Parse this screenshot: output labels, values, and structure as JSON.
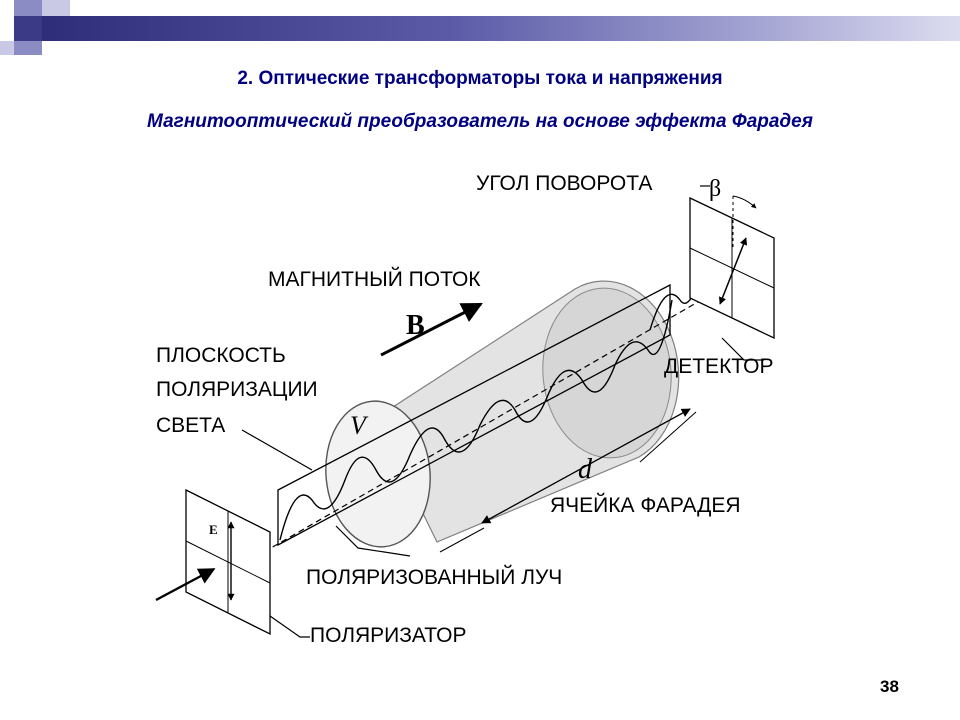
{
  "slide": {
    "title": "2. Оптические трансформаторы тока и напряжения",
    "subtitle": "Магнитооптический преобразователь на основе эффекта Фарадея",
    "page_number": "38"
  },
  "diagram": {
    "labels": {
      "rotation_angle": "УГОЛ ПОВОРОТА",
      "beta": "β",
      "magnetic_flux": "МАГНИТНЫЙ ПОТОК",
      "b_field": "B",
      "polarization_plane_1": "ПЛОСКОСТЬ",
      "polarization_plane_2": "ПОЛЯРИЗАЦИИ",
      "polarization_plane_3": "СВЕТА",
      "detector": "ДЕТЕКТОР",
      "verdet": "V",
      "length": "d",
      "faraday_cell": "ЯЧЕЙКА ФАРАДЕЯ",
      "polarized_beam": "ПОЛЯРИЗОВАННЫЙ ЛУЧ",
      "polarizer": "ПОЛЯРИЗАТОР",
      "e_field": "E"
    }
  },
  "colors": {
    "header_bar": "#2d2d7a",
    "title_text": "#000080",
    "deco_dark": "#3a3a86",
    "deco_mid": "#8c8cc4",
    "deco_light": "#c9c9e6",
    "cylinder_fill": "#e3e3e3"
  }
}
